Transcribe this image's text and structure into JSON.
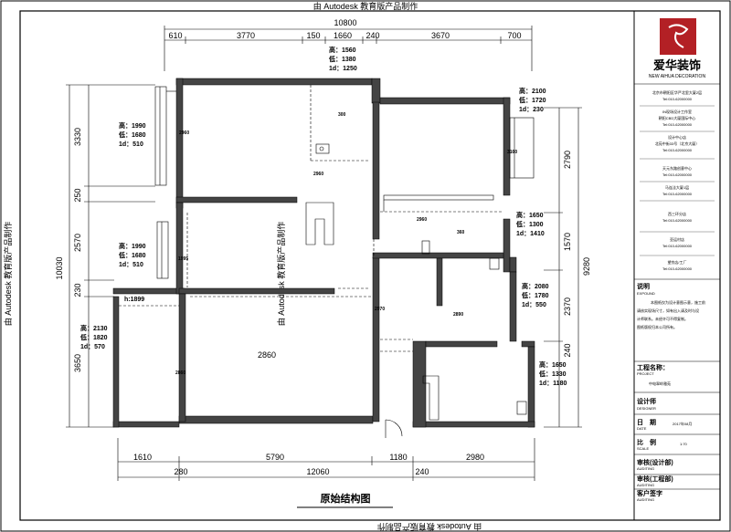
{
  "watermark": "由 Autodesk 教育版产品制作",
  "title": "原始结构图",
  "dims": {
    "top_total": "10800",
    "top": [
      "610",
      "3770",
      "150",
      "1660",
      "240",
      "3670",
      "700"
    ],
    "bottom_1": [
      "1610",
      "5790",
      "1180",
      "2980"
    ],
    "bottom_2": [
      "280",
      "12060",
      "240"
    ],
    "left_1": [
      "3330",
      "250",
      "2570",
      "230",
      "3650"
    ],
    "left_total": "10030",
    "right_1": [
      "2790",
      "1570",
      "2370",
      "240"
    ],
    "right_total": "9280"
  },
  "notes": {
    "n1": [
      "高：1990",
      "低：1680",
      "1d：510"
    ],
    "n2": [
      "高：1560",
      "低：1380",
      "1d：1250"
    ],
    "n3": [
      "高：2100",
      "低：1720",
      "1d：230"
    ],
    "n4": [
      "高：1990",
      "低：1680",
      "1d：510"
    ],
    "n5": [
      "高：1650",
      "低：1300",
      "1d：1410"
    ],
    "n6": [
      "高：2130",
      "低：1820",
      "1d：570"
    ],
    "n7": [
      "高：2080",
      "低：1780",
      "1d：550"
    ],
    "n8": [
      "高：1650",
      "低：1330",
      "1d：1180"
    ]
  },
  "labels": {
    "h_1899": "h:1899",
    "r2960": "2960",
    "r2960b": "2960",
    "r2970": "2970",
    "r2860": "2860",
    "r300": "300",
    "r3160": "3160",
    "r360": "360",
    "r1995": "1995",
    "r2890": "2890",
    "r2960c": "2960",
    "r2860b": "2860"
  },
  "titleblock": {
    "brand": "爱华装饰",
    "brand_en": "NEW AIHUA DECORATION",
    "addr_lines": [
      "北京市朝阳区华严北里大厦2层",
      "Tel:010-62000000",
      "IN现场设计工作室",
      "朝阳CBD大厦国际中心",
      "Tel:010-62000000",
      "设计中心店",
      "北苑中街33号（北京大厦）",
      "Tel:010-62000000",
      "天元东路创意中心",
      "Tel:010-62000000",
      "马连洼大厦1层",
      "Tel:010-62000000",
      "西三环分店",
      "Tel:010-62000000",
      "亚运村店",
      "Tel:010-62000000",
      "望京店/工厂",
      "Tel:010-62000000"
    ],
    "explain_label": "说明",
    "explain_en": "EXPOUND",
    "explain_lines": [
      "本图纸仅为设计意图示意，施工前",
      "请核实现场尺寸，如有出入请及时与设",
      "计师联系。未经许可不得复制。",
      "图纸版权归本公司所有。"
    ],
    "project_label": "工程名称：",
    "project_en": "PROJECT",
    "project_value": "中电翠岭雅苑",
    "designer_label": "设计师",
    "designer_en": "DESIGNER",
    "date_label": "日　期",
    "date_en": "DATE",
    "date_value": "2017年08月",
    "scale_label": "比　例",
    "scale_en": "SCALE",
    "scale_value": "1:70",
    "audit1_label": "审核(设计部)",
    "audit1_en": "AUDITING",
    "audit2_label": "审核(工程部)",
    "audit2_en": "AUDITING",
    "owner_label": "客户签字",
    "owner_en": "AUDITING"
  }
}
